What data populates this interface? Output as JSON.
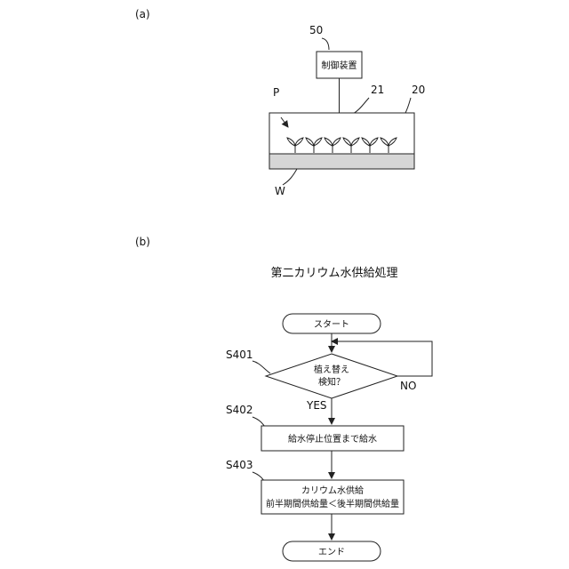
{
  "figure_a": {
    "panel_label": "(a)",
    "controller": {
      "ref": "50",
      "label": "制御装置"
    },
    "sensor_ref": "21",
    "container_ref": "20",
    "plant_ref": "P",
    "water_ref": "W"
  },
  "figure_b": {
    "panel_label": "(b)",
    "title": "第二カリウム水供給処理",
    "start": "スタート",
    "s401": {
      "ref": "S401",
      "line1": "植え替え",
      "line2": "検知？",
      "no": "NO",
      "yes": "YES"
    },
    "s402": {
      "ref": "S402",
      "label": "給水停止位置まで給水"
    },
    "s403": {
      "ref": "S403",
      "line1": "カリウム水供給",
      "line2": "前半期間供給量＜後半期間供給量"
    },
    "end": "エンド"
  }
}
